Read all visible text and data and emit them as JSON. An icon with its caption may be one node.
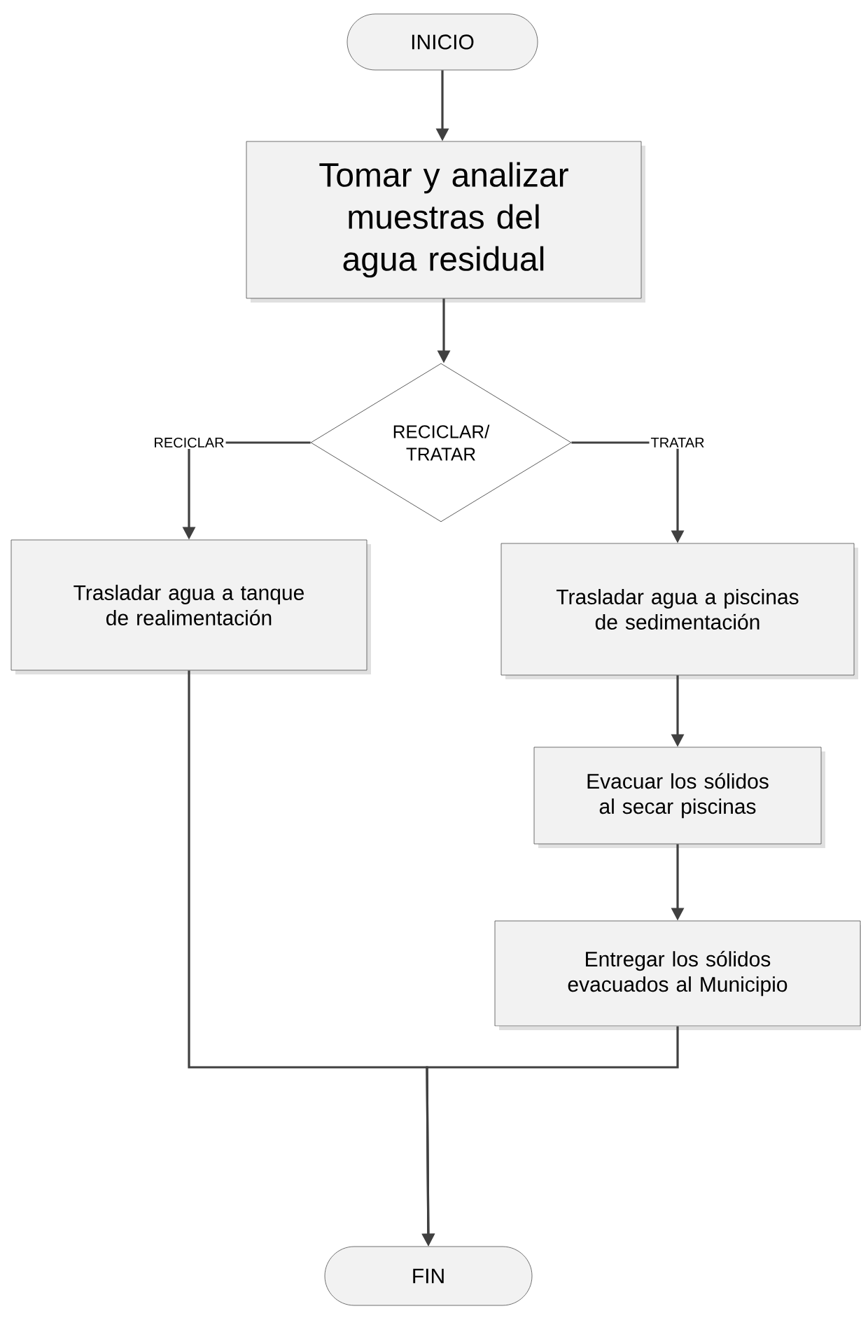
{
  "diagram": {
    "nodes": [
      {
        "text": [
          "INICIO"
        ]
      },
      {
        "text": [
          "Tomar  y analizar muestras del agua residual"
        ]
      },
      {
        "text": [
          "RECICLAR/ TRATAR"
        ]
      },
      {
        "text": [
          "Trasladar agua a tanque de realimentación"
        ]
      },
      {
        "text": [
          "Trasladar agua a piscinas de sedimentación"
        ]
      },
      {
        "text": [
          "Evacuar los sólidos al secar piscinas"
        ]
      },
      {
        "text": [
          "Entregar los sólidos evacuados al Municipio"
        ]
      },
      {
        "text": [
          "FIN"
        ]
      }
    ],
    "edges": [
      {
        "from": 0,
        "to": 1,
        "arrow": "to"
      },
      {
        "from": 1,
        "to": 2,
        "arrow": "to"
      },
      {
        "from": 2,
        "to": 3,
        "arrow": "to",
        "label": "RECICLAR"
      },
      {
        "from": 2,
        "to": 4,
        "arrow": "to",
        "label": "TRATAR"
      },
      {
        "from": 4,
        "to": 5,
        "arrow": "to"
      },
      {
        "from": 5,
        "to": 6,
        "arrow": "to"
      },
      {
        "from": 3,
        "to": 7,
        "arrow": "to"
      },
      {
        "from": 6,
        "to": 7,
        "arrow": "to"
      }
    ]
  }
}
